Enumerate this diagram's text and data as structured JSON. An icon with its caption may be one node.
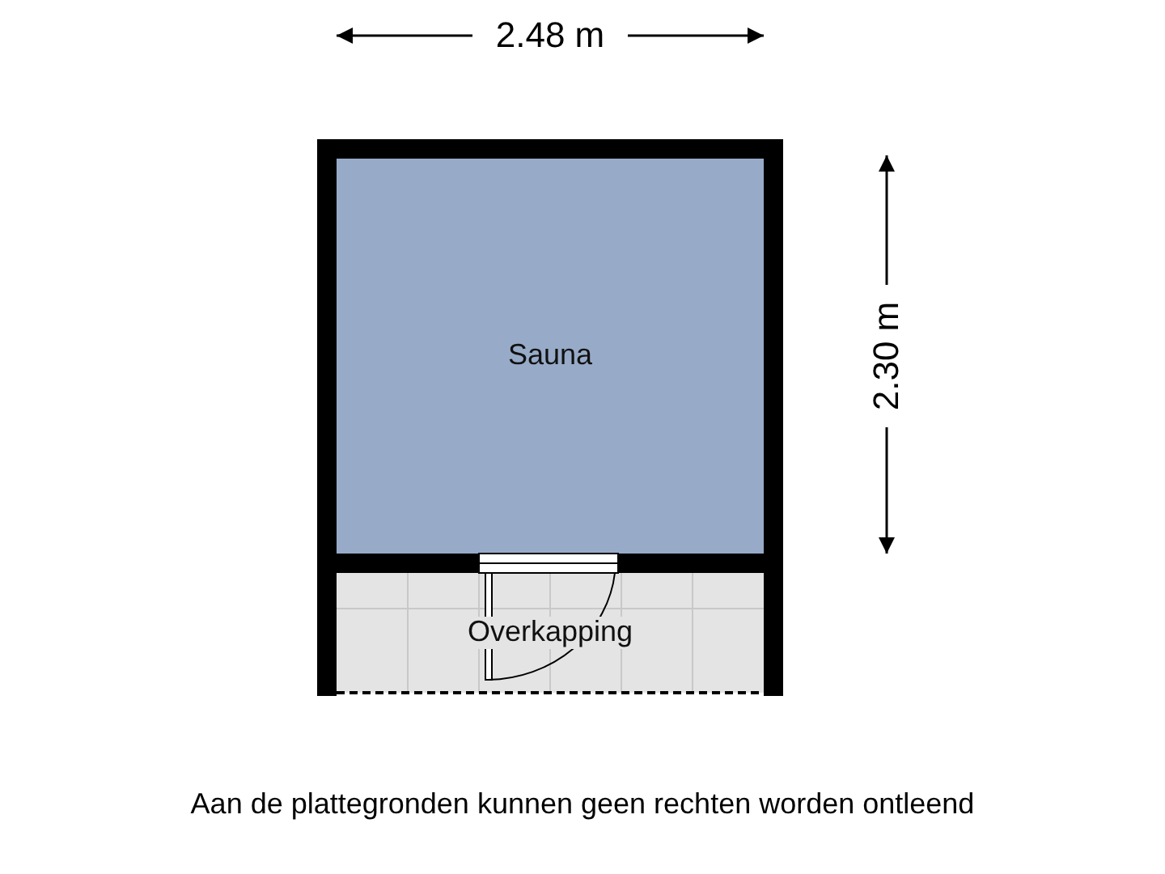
{
  "diagram": {
    "caption": "Aan de plattegronden kunnen geen rechten worden ontleend",
    "nodes": [
      {
        "text": [
          "Sauna"
        ]
      },
      {
        "text": [
          "Overkapping"
        ]
      }
    ],
    "labels": [
      "2.48 m",
      "2.30 m"
    ]
  }
}
